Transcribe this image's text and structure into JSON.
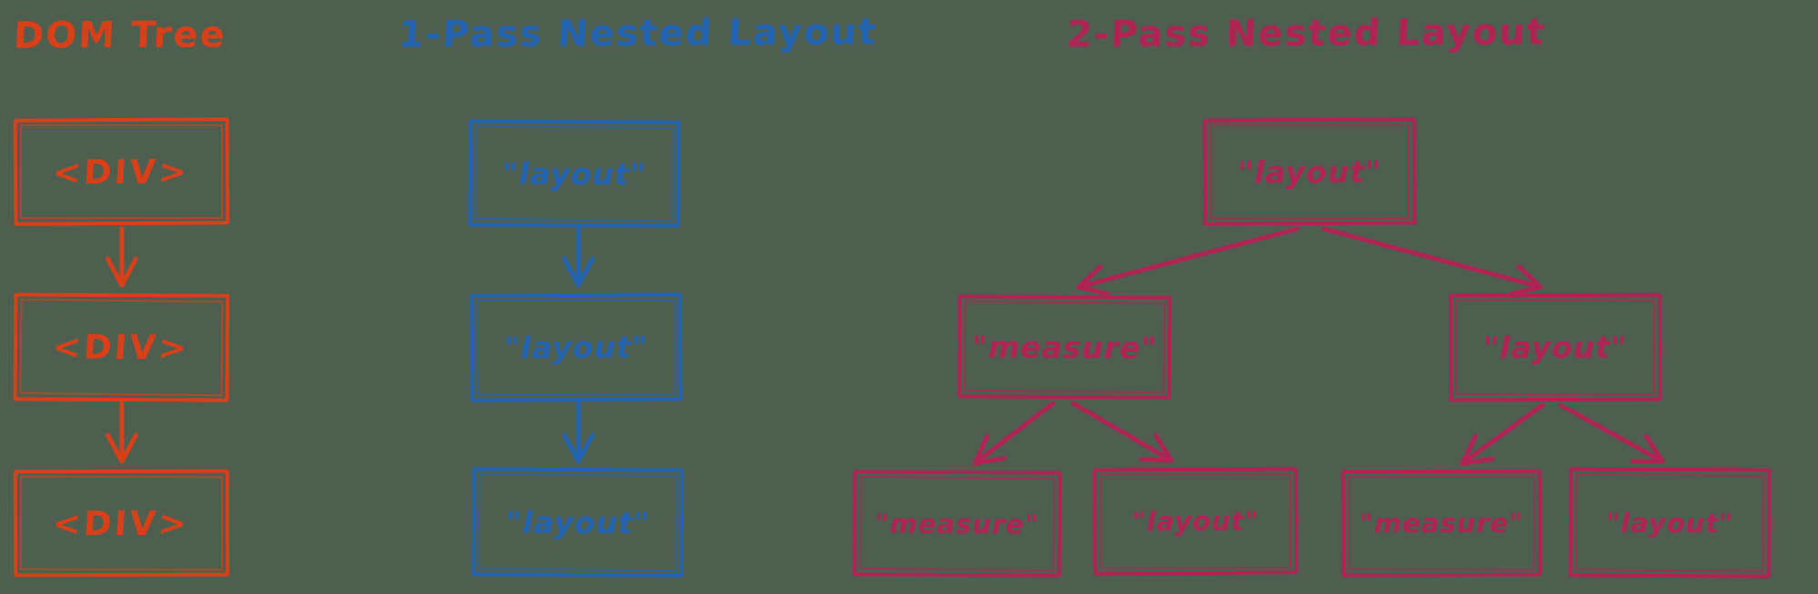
{
  "background": "#4e5f50",
  "sections": {
    "dom": {
      "title": "DOM Tree",
      "color": "#d8401a",
      "nodes": [
        "<DIV>",
        "<DIV>",
        "<DIV>"
      ]
    },
    "onepass": {
      "title": "1-Pass Nested Layout",
      "color": "#2263b2",
      "nodes": [
        "\"layout\"",
        "\"layout\"",
        "\"layout\""
      ]
    },
    "twopass": {
      "title": "2-Pass Nested Layout",
      "color": "#b02355",
      "root": "\"layout\"",
      "children": [
        "\"measure\"",
        "\"layout\""
      ],
      "leaves": [
        "\"measure\"",
        "\"layout\"",
        "\"measure\"",
        "\"layout\""
      ]
    }
  }
}
